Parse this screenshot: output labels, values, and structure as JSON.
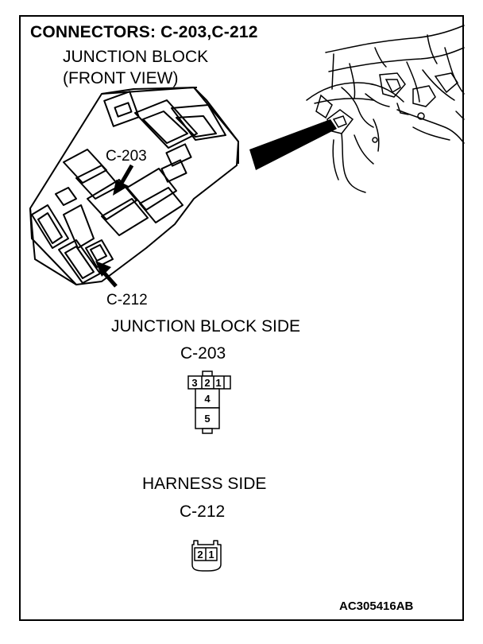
{
  "diagram": {
    "title": "CONNECTORS: C-203,C-212",
    "subtitle_line1": "JUNCTION BLOCK",
    "subtitle_line2": "(FRONT VIEW)",
    "callout_c203": "C-203",
    "callout_c212": "C-212",
    "junction_side_heading": "JUNCTION BLOCK SIDE",
    "connector_c203_label": "C-203",
    "harness_side_heading": "HARNESS SIDE",
    "connector_c212_label": "C-212",
    "reference_code": "AC305416AB"
  },
  "connector_c203": {
    "top_row_pins": [
      "3",
      "2",
      "1"
    ],
    "middle_pin": "4",
    "bottom_pin": "5"
  },
  "connector_c212": {
    "pins": [
      "2",
      "1"
    ]
  }
}
